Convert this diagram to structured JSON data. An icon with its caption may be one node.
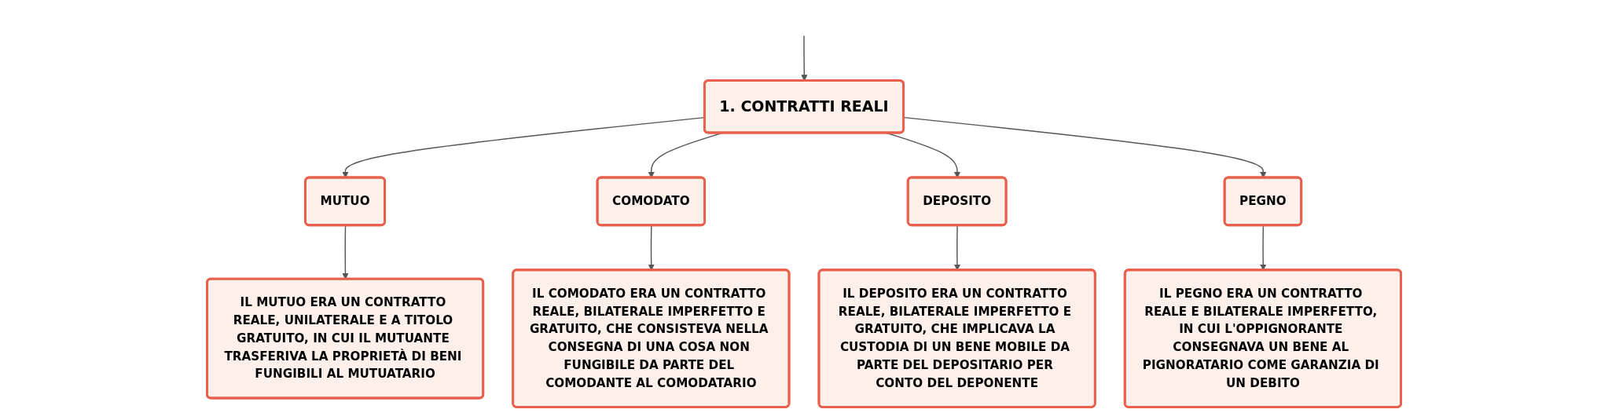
{
  "diagram": {
    "nodes": [
      {
        "text": [
          "1. CONTRATTI REALI"
        ]
      },
      {
        "text": [
          "MUTUO"
        ]
      },
      {
        "text": [
          "COMODATO"
        ]
      },
      {
        "text": [
          "DEPOSITO"
        ]
      },
      {
        "text": [
          "PEGNO"
        ]
      },
      {
        "text": [
          "IL MUTUO ERA UN CONTRATTO REALE, UNILATERALE E A TITOLO GRATUITO, IN CUI IL MUTUANTE TRASFERIVA LA PROPRIETÀ DI BENI FUNGIBILI AL MUTUATARIO"
        ]
      },
      {
        "text": [
          "IL COMODATO ERA UN CONTRATTO REALE, BILATERALE IMPERFETTO E GRATUITO, CHE CONSISTEVA NELLA CONSEGNA DI UNA COSA NON FUNGIBILE DA PARTE DEL COMODANTE AL COMODATARIO"
        ]
      },
      {
        "text": [
          "IL DEPOSITO ERA UN CONTRATTO REALE, BILATERALE IMPERFETTO E GRATUITO, CHE IMPLICAVA LA CUSTODIA DI UN BENE MOBILE DA PARTE DEL DEPOSITARIO PER CONTO DEL DEPONENTE"
        ]
      },
      {
        "text": [
          "IL PEGNO ERA UN CONTRATTO REALE E BILATERALE IMPERFETTO, IN CUI L'OPPIGNORANTE CONSEGNAVA UN BENE AL PIGNORATARIO COME GARANZIA DI UN DEBITO"
        ]
      }
    ],
    "edges": [
      {
        "from": null,
        "to": 0,
        "arrow": "to"
      },
      {
        "from": 0,
        "to": 1,
        "arrow": "to"
      },
      {
        "from": 0,
        "to": 2,
        "arrow": "to"
      },
      {
        "from": 0,
        "to": 3,
        "arrow": "to"
      },
      {
        "from": 0,
        "to": 4,
        "arrow": "to"
      },
      {
        "from": 1,
        "to": 5,
        "arrow": "to"
      },
      {
        "from": 2,
        "to": 6,
        "arrow": "to"
      },
      {
        "from": 3,
        "to": 7,
        "arrow": "to"
      },
      {
        "from": 4,
        "to": 8,
        "arrow": "to"
      }
    ]
  }
}
